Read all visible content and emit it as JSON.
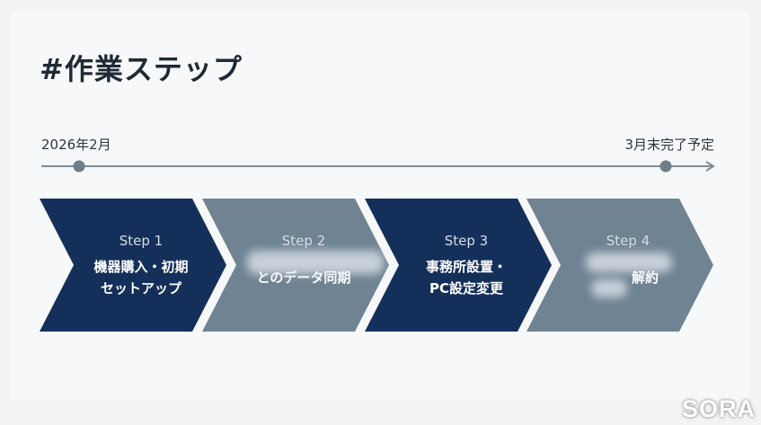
{
  "title": "#作業ステップ",
  "timeline": {
    "start_label": "2026年2月",
    "end_label": "3月末完了予定"
  },
  "colors": {
    "dark_step": "#14305a",
    "light_step": "#6f8393",
    "timeline_line": "#7e8c98",
    "timeline_dot": "#6f7e8a"
  },
  "steps": [
    {
      "label": "Step 1",
      "title": "機器購入・初期\nセットアップ"
    },
    {
      "label": "Step 2",
      "title": "とのデータ同期"
    },
    {
      "label": "Step 3",
      "title": "事務所設置・\nPC設定変更"
    },
    {
      "label": "Step 4",
      "title": "解約"
    }
  ],
  "watermark": "SORA"
}
